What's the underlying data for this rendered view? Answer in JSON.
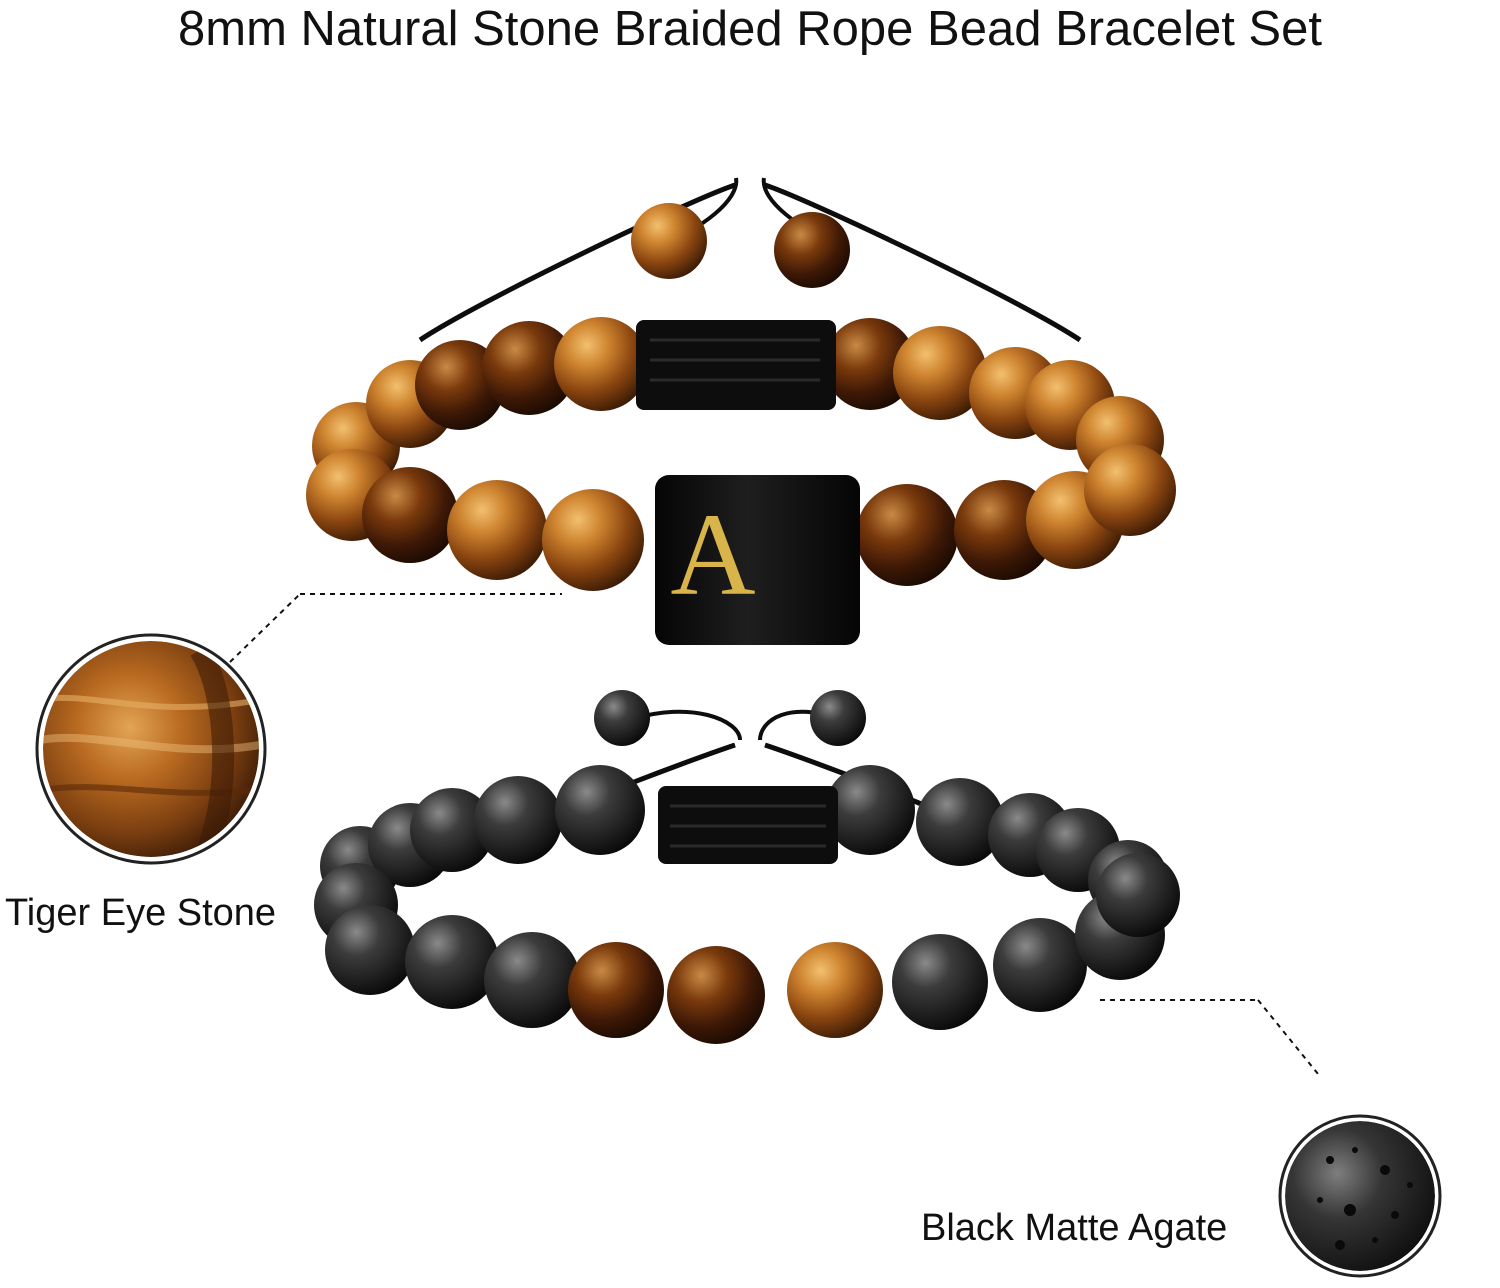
{
  "title": "8mm Natural Stone Braided Rope Bead Bracelet Set",
  "initial_letter": "A",
  "callouts": {
    "tiger_eye": "Tiger Eye Stone",
    "black_agate": "Black Matte Agate"
  },
  "colors": {
    "tiger_eye_light": "#d08a2e",
    "tiger_eye_mid": "#9a4e12",
    "tiger_eye_dark": "#3a1a05",
    "lava_light": "#6e6e6e",
    "lava_dark": "#141414",
    "cord": "#0d0d0d",
    "letter_gold": "#d9b44a"
  }
}
